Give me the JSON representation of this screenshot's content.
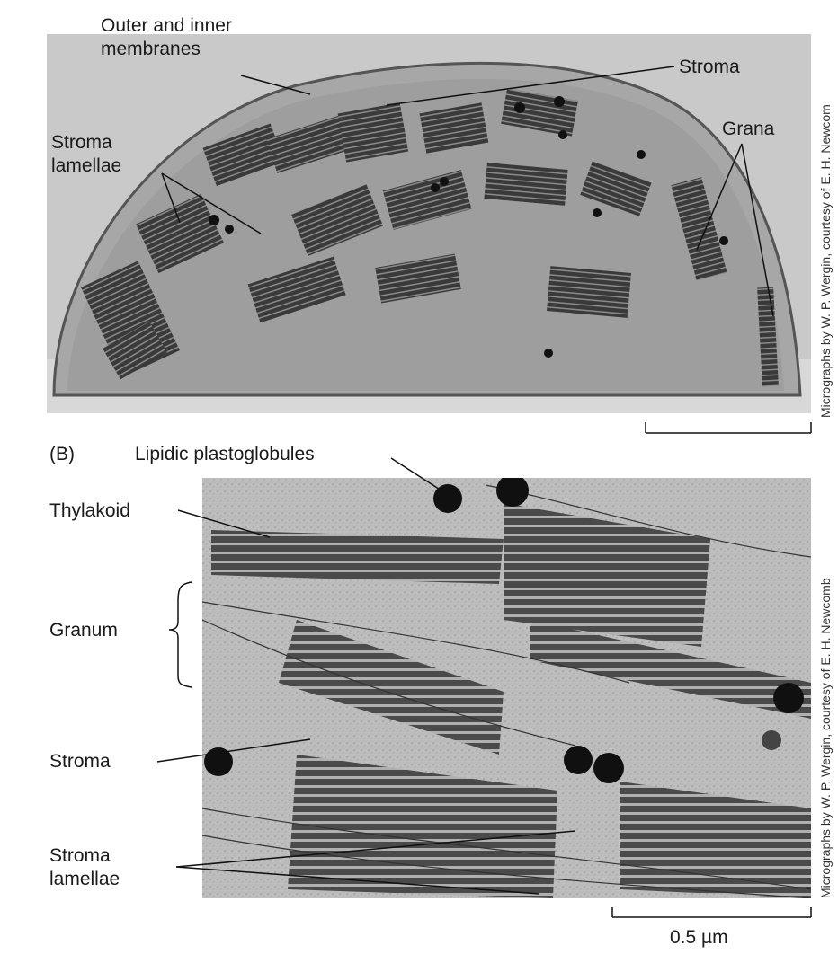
{
  "panel_a": {
    "labels": {
      "membranes": "Outer and inner\nmembranes",
      "stroma": "Stroma",
      "stroma_lamellae": "Stroma\nlamellae",
      "grana": "Grana"
    },
    "credit": "Micrographs by W. P. Wergin, courtesy of E. H. Newcom"
  },
  "panel_b": {
    "panel_label": "(B)",
    "labels": {
      "plastoglobules": "Lipidic plastoglobules",
      "thylakoid": "Thylakoid",
      "granum": "Granum",
      "stroma": "Stroma",
      "stroma_lamellae": "Stroma\nlamellae"
    },
    "credit": "Micrographs by W. P. Wergin, courtesy of E. H. Newcomb",
    "scale_bar": "0.5 µm"
  }
}
